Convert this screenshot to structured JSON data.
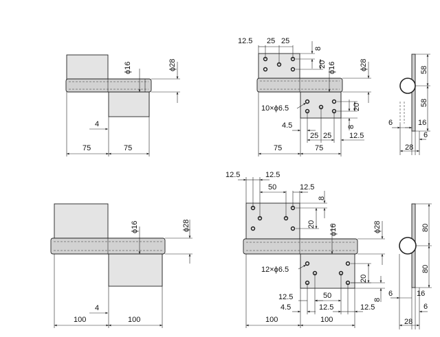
{
  "views": {
    "view1": {
      "pin_dia": "ϕ16",
      "knuckle_dia": "ϕ28",
      "gap": "4",
      "leaf_left": "75",
      "leaf_right": "75"
    },
    "view2": {
      "top_offset": "12.5",
      "top_pitch_1": "25",
      "top_pitch_2": "25",
      "top_edge": "8",
      "top_row_gap": "20",
      "pin_dia": "ϕ16",
      "knuckle_dia": "ϕ28",
      "holes": "10×ϕ6.5",
      "bottom_row_gap": "20",
      "bottom_edge": "8",
      "bottom_offset": "4.5",
      "bottom_pitch_1": "25",
      "bottom_pitch_2": "25",
      "bottom_end": "12.5",
      "leaf_left": "75",
      "leaf_right": "75"
    },
    "side_small": {
      "half_top": "58",
      "half_bottom": "58",
      "off_left": "6",
      "thick": "16",
      "off_right": "6",
      "width": "28"
    },
    "view3": {
      "pin_dia": "ϕ16",
      "knuckle_dia": "ϕ28",
      "gap": "4",
      "leaf_left": "100",
      "leaf_right": "100"
    },
    "view4": {
      "top_offset_1": "12.5",
      "top_offset_2": "12.5",
      "top_pitch": "50",
      "top_end": "12.5",
      "top_edge": "8",
      "top_row_gap": "20",
      "pin_dia": "ϕ16",
      "knuckle_dia": "ϕ28",
      "holes": "12×ϕ6.5",
      "bottom_row_gap": "20",
      "bottom_edge": "8",
      "bottom_offset_1": "12.5",
      "bottom_offset_2": "4.5",
      "bottom_pitch": "50",
      "bottom_end_1": "12.5",
      "bottom_end_2": "12.5",
      "leaf_left": "100",
      "leaf_right": "100"
    },
    "side_large": {
      "half_top": "80",
      "half_bottom": "80",
      "off_left": "6",
      "thick": "16",
      "off_right": "6",
      "width": "28"
    }
  }
}
